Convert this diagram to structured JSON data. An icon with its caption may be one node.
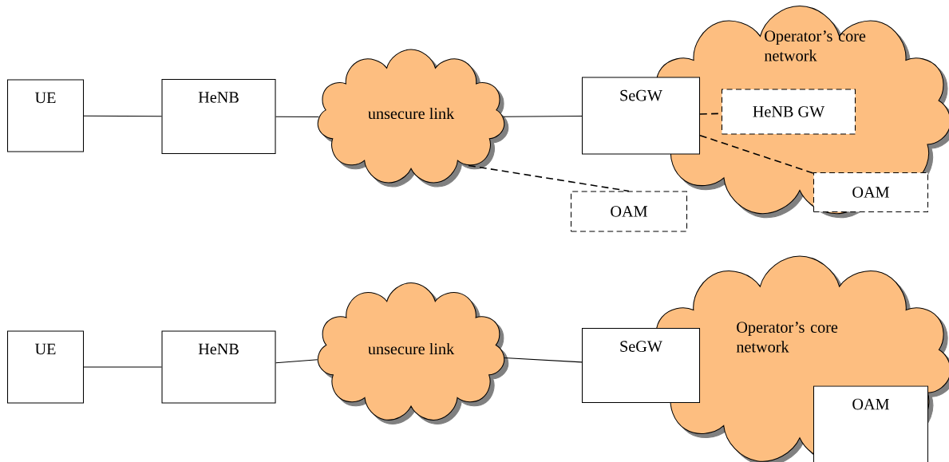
{
  "diagram": {
    "nodes": [
      {
        "text": [
          "UE"
        ]
      },
      {
        "text": [
          "HeNB"
        ]
      },
      {
        "text": [
          "unsecure link"
        ]
      },
      {
        "text": [
          "SeGW"
        ]
      },
      {
        "text": [
          "Operator’s core network"
        ]
      },
      {
        "text": [
          "HeNB GW"
        ],
        "in": 4
      },
      {
        "text": [
          "OAM"
        ]
      },
      {
        "text": [
          "OAM"
        ],
        "in": 4
      },
      {
        "text": [
          "UE"
        ]
      },
      {
        "text": [
          "HeNB"
        ]
      },
      {
        "text": [
          "unsecure link"
        ]
      },
      {
        "text": [
          "SeGW"
        ]
      },
      {
        "text": [
          "Operator’s core network"
        ]
      },
      {
        "text": [
          "OAM"
        ],
        "in": 12
      }
    ],
    "edges": [
      {
        "from": 0,
        "to": 1,
        "arrow": "none"
      },
      {
        "from": 1,
        "to": 2,
        "arrow": "none"
      },
      {
        "from": 2,
        "to": 3,
        "arrow": "none"
      },
      {
        "from": 3,
        "to": 5,
        "arrow": "none",
        "style": "dashed"
      },
      {
        "from": 2,
        "to": 6,
        "arrow": "none",
        "style": "dashed"
      },
      {
        "from": 3,
        "to": 7,
        "arrow": "none",
        "style": "dashed"
      },
      {
        "from": 8,
        "to": 9,
        "arrow": "none"
      },
      {
        "from": 9,
        "to": 10,
        "arrow": "none"
      },
      {
        "from": 10,
        "to": 11,
        "arrow": "none"
      }
    ]
  }
}
